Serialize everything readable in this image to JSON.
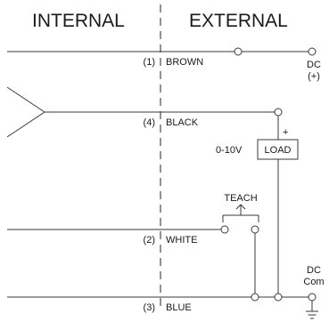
{
  "headers": {
    "internal": "INTERNAL",
    "external": "EXTERNAL"
  },
  "wires": {
    "brown": {
      "pin": "(1)",
      "name": "BROWN"
    },
    "black": {
      "pin": "(4)",
      "name": "BLACK"
    },
    "white": {
      "pin": "(2)",
      "name": "WHITE"
    },
    "blue": {
      "pin": "(3)",
      "name": "BLUE"
    }
  },
  "supply": {
    "positive_label": "DC",
    "positive_sign": "(+)",
    "common_label": "DC",
    "common_sub": "Com"
  },
  "load": {
    "label": "LOAD",
    "voltage": "0-10V",
    "plus": "+"
  },
  "teach": {
    "label": "TEACH"
  }
}
